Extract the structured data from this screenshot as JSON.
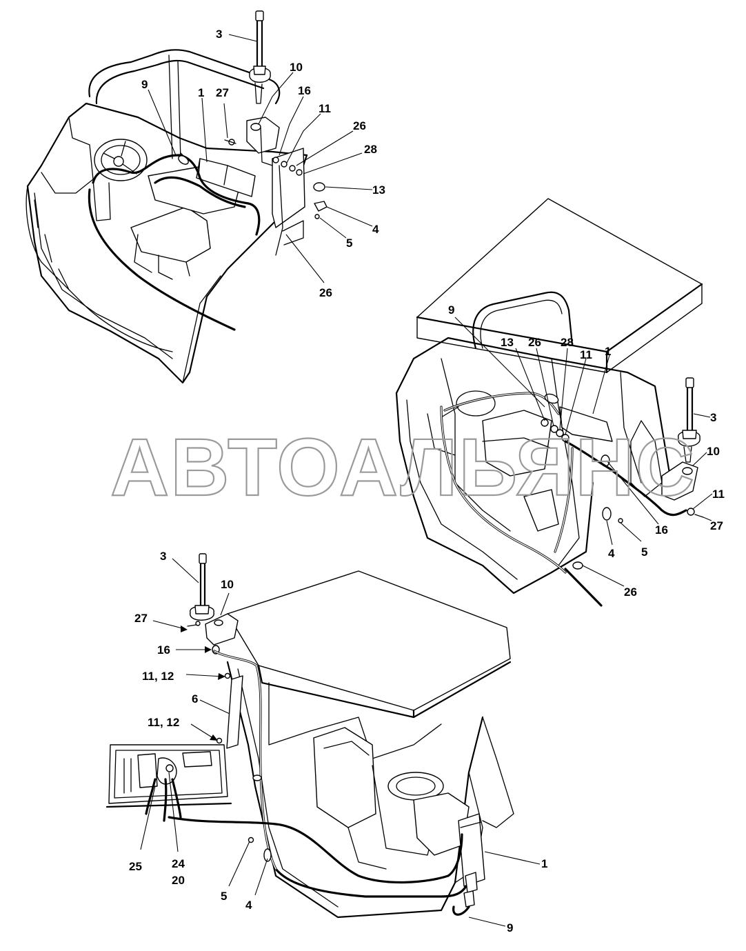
{
  "watermark": "АВТОАЛЬЯНС",
  "views": {
    "top_left": {
      "callouts": [
        "3",
        "10",
        "9",
        "1",
        "27",
        "16",
        "11",
        "26",
        "28",
        "13",
        "4",
        "5",
        "26"
      ]
    },
    "right": {
      "callouts": [
        "9",
        "13",
        "26",
        "28",
        "11",
        "1",
        "3",
        "10",
        "11",
        "27",
        "16",
        "4",
        "5",
        "26"
      ]
    },
    "bottom": {
      "callouts": [
        "3",
        "10",
        "27",
        "16",
        "11, 12",
        "6",
        "11, 12",
        "25",
        "24",
        "20",
        "5",
        "4",
        "1",
        "9"
      ]
    }
  }
}
